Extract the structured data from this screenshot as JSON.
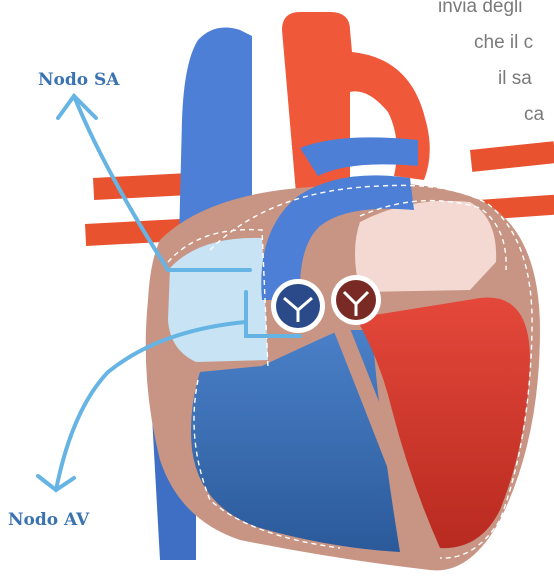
{
  "labels": {
    "sa_node": "Nodo SA",
    "av_node": "Nodo AV"
  },
  "text_fragments": [
    "invia degli",
    "che il c",
    "il sa",
    "ca"
  ],
  "colors": {
    "vein_blue": "#4d7fd6",
    "artery_red": "#f0583a",
    "wall_tan": "#c89584",
    "atrium_light_blue": "#c7e3f4",
    "atrium_light_pink": "#f3d9d2",
    "ventricle_blue": "#3466a6",
    "ventricle_red": "#d83a2a",
    "valve_navy": "#2a4a8a",
    "valve_maroon": "#7a2a24",
    "conduction_path": "#66b4e4",
    "label_text": "#3a73b0"
  }
}
